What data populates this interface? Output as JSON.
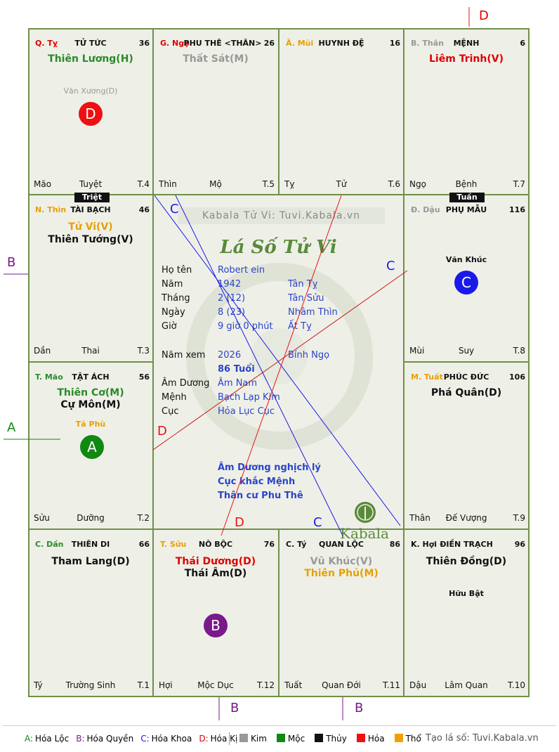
{
  "cells": [
    {
      "branch": "Q. Tỵ",
      "branch_color": "#e00000",
      "name": "TỬ TỨC",
      "num": "36",
      "main": [
        {
          "t": "Thiên Lương(H)",
          "c": "#2a8a2a"
        }
      ],
      "minor": [
        {
          "t": "Văn Xương(D)",
          "c": "#999999"
        }
      ],
      "badge": {
        "t": "D",
        "c": "#ee1111"
      },
      "bl": "Mão",
      "bc": "Tuyệt",
      "br": "T.4"
    },
    {
      "branch": "G. Ngọ",
      "branch_color": "#e00000",
      "name": "PHU THÊ <THÂN>",
      "num": "26",
      "main": [
        {
          "t": "Thất Sát(M)",
          "c": "#999999"
        }
      ],
      "minor": [],
      "bl": "Thìn",
      "bc": "Mộ",
      "br": "T.5"
    },
    {
      "branch": "Ã. Mùi",
      "branch_color": "#e8a000",
      "name": "HUYNH ĐỆ",
      "num": "16",
      "main": [],
      "minor": [],
      "bl": "Tỵ",
      "bc": "Tử",
      "br": "T.6"
    },
    {
      "branch": "B. Thân",
      "branch_color": "#999999",
      "name": "MỆNH",
      "num": "6",
      "main": [
        {
          "t": "Liêm Trinh(V)",
          "c": "#e00000"
        }
      ],
      "minor": [],
      "bl": "Ngọ",
      "bc": "Bệnh",
      "br": "T.7"
    },
    {
      "branch": "N. Thìn",
      "branch_color": "#e8a000",
      "name": "TÀI BẠCH",
      "num": "46",
      "main": [
        {
          "t": "Tử Vi(V)",
          "c": "#e8a000"
        },
        {
          "t": "Thiên Tướng(V)",
          "c": "#111111"
        }
      ],
      "minor": [],
      "bl": "Dần",
      "bc": "Thai",
      "br": "T.3"
    },
    {
      "branch": "Đ. Dậu",
      "branch_color": "#999999",
      "name": "PHỤ MẪU",
      "num": "116",
      "main": [],
      "minor": [
        {
          "t": "Văn Khúc",
          "c": "#111111"
        }
      ],
      "badge": {
        "t": "C",
        "c": "#1a1ae8"
      },
      "bl": "Mùi",
      "bc": "Suy",
      "br": "T.8"
    },
    {
      "branch": "T. Mão",
      "branch_color": "#2a8a2a",
      "name": "TẬT ÁCH",
      "num": "56",
      "main": [
        {
          "t": "Thiên Cơ(M)",
          "c": "#2a8a2a"
        },
        {
          "t": "Cự Môn(M)",
          "c": "#111111"
        }
      ],
      "minor": [
        {
          "t": "Tả Phù",
          "c": "#e8a000"
        }
      ],
      "badge": {
        "t": "A",
        "c": "#118811"
      },
      "bl": "Sửu",
      "bc": "Dưỡng",
      "br": "T.2"
    },
    {
      "branch": "M. Tuất",
      "branch_color": "#e8a000",
      "name": "PHÚC ĐỨC",
      "num": "106",
      "main": [
        {
          "t": "Phá Quân(D)",
          "c": "#111111"
        }
      ],
      "minor": [],
      "bl": "Thân",
      "bc": "Đế Vượng",
      "br": "T.9"
    },
    {
      "branch": "C. Dần",
      "branch_color": "#2a8a2a",
      "name": "THIÊN DI",
      "num": "66",
      "main": [
        {
          "t": "Tham Lang(D)",
          "c": "#111111"
        }
      ],
      "minor": [],
      "bl": "Tý",
      "bc": "Trường Sinh",
      "br": "T.1"
    },
    {
      "branch": "T. Sửu",
      "branch_color": "#e8a000",
      "name": "NÔ BỘC",
      "num": "76",
      "main": [
        {
          "t": "Thái Dương(D)",
          "c": "#e00000"
        },
        {
          "t": "Thái Âm(D)",
          "c": "#111111"
        }
      ],
      "minor": [],
      "badge": {
        "t": "B",
        "c": "#7a1a8a"
      },
      "bl": "Hợi",
      "bc": "Mộc Dục",
      "br": "T.12"
    },
    {
      "branch": "C. Tý",
      "branch_color": "#111111",
      "name": "QUAN LỘC",
      "num": "86",
      "main": [
        {
          "t": "Vũ Khúc(V)",
          "c": "#999999"
        },
        {
          "t": "Thiên Phủ(M)",
          "c": "#e8a000"
        }
      ],
      "minor": [],
      "bl": "Tuất",
      "bc": "Quan Đới",
      "br": "T.11"
    },
    {
      "branch": "K. Hợi",
      "branch_color": "#111111",
      "name": "ĐIỀN TRẠCH",
      "num": "96",
      "main": [
        {
          "t": "Thiên Đồng(D)",
          "c": "#111111"
        }
      ],
      "minor": [
        {
          "t": "Hữu Bật",
          "c": "#111111"
        }
      ],
      "bl": "Dậu",
      "bc": "Lâm Quan",
      "br": "T.10"
    }
  ],
  "tags": {
    "triet": "Triệt",
    "tuan": "Tuần"
  },
  "center": {
    "watermark": "Kabala Tử Vi: Tuvi.Kabala.vn",
    "title": "Lá Số Tử Vi",
    "rows": [
      {
        "k": "Họ tên",
        "v1": "Robert ein",
        "v2": ""
      },
      {
        "k": "Năm",
        "v1": "1942",
        "v2": "Tân Tỵ"
      },
      {
        "k": "Tháng",
        "v1": "2  (12)",
        "v2": "Tân Sửu"
      },
      {
        "k": "Ngày",
        "v1": "8  (23)",
        "v2": "Nhâm Thìn"
      },
      {
        "k": "Giờ",
        "v1": "9 giờ 0 phút",
        "v2": "Ất Tỵ"
      }
    ],
    "rows2": [
      {
        "k": "Năm xem",
        "v1": "2026",
        "v2": "Bính Ngọ"
      },
      {
        "k": "",
        "v1": "86 Tuổi",
        "v2": ""
      },
      {
        "k": "Âm Dương",
        "v1": "Âm Nam",
        "v2": ""
      },
      {
        "k": "Mệnh",
        "v1": "Bạch Lạp Kim",
        "v2": ""
      },
      {
        "k": "Cục",
        "v1": "Hỏa Lục Cục",
        "v2": ""
      }
    ],
    "notes": [
      "Âm Dương nghịch lý",
      "Cục khắc Mệnh",
      "Thân cư Phu Thê"
    ],
    "logo": "Kabala"
  },
  "annotations": {
    "D": "D",
    "C": "C",
    "B": "B",
    "A": "A"
  },
  "legend": {
    "items": [
      {
        "k": "A:",
        "v": "Hóa Lộc",
        "c": "#118811"
      },
      {
        "k": "B:",
        "v": "Hóa Quyền",
        "c": "#7a1a8a"
      },
      {
        "k": "C:",
        "v": "Hóa Khoa",
        "c": "#1a1ae8"
      },
      {
        "k": "D:",
        "v": "Hóa Kị",
        "c": "#e00000"
      }
    ],
    "elements": [
      {
        "v": "Kim",
        "c": "#999999"
      },
      {
        "v": "Mộc",
        "c": "#118811"
      },
      {
        "v": "Thủy",
        "c": "#111111"
      },
      {
        "v": "Hỏa",
        "c": "#ee1111"
      },
      {
        "v": "Thổ",
        "c": "#f0a000"
      }
    ],
    "credit": "Tạo lá số: Tuvi.Kabala.vn"
  }
}
